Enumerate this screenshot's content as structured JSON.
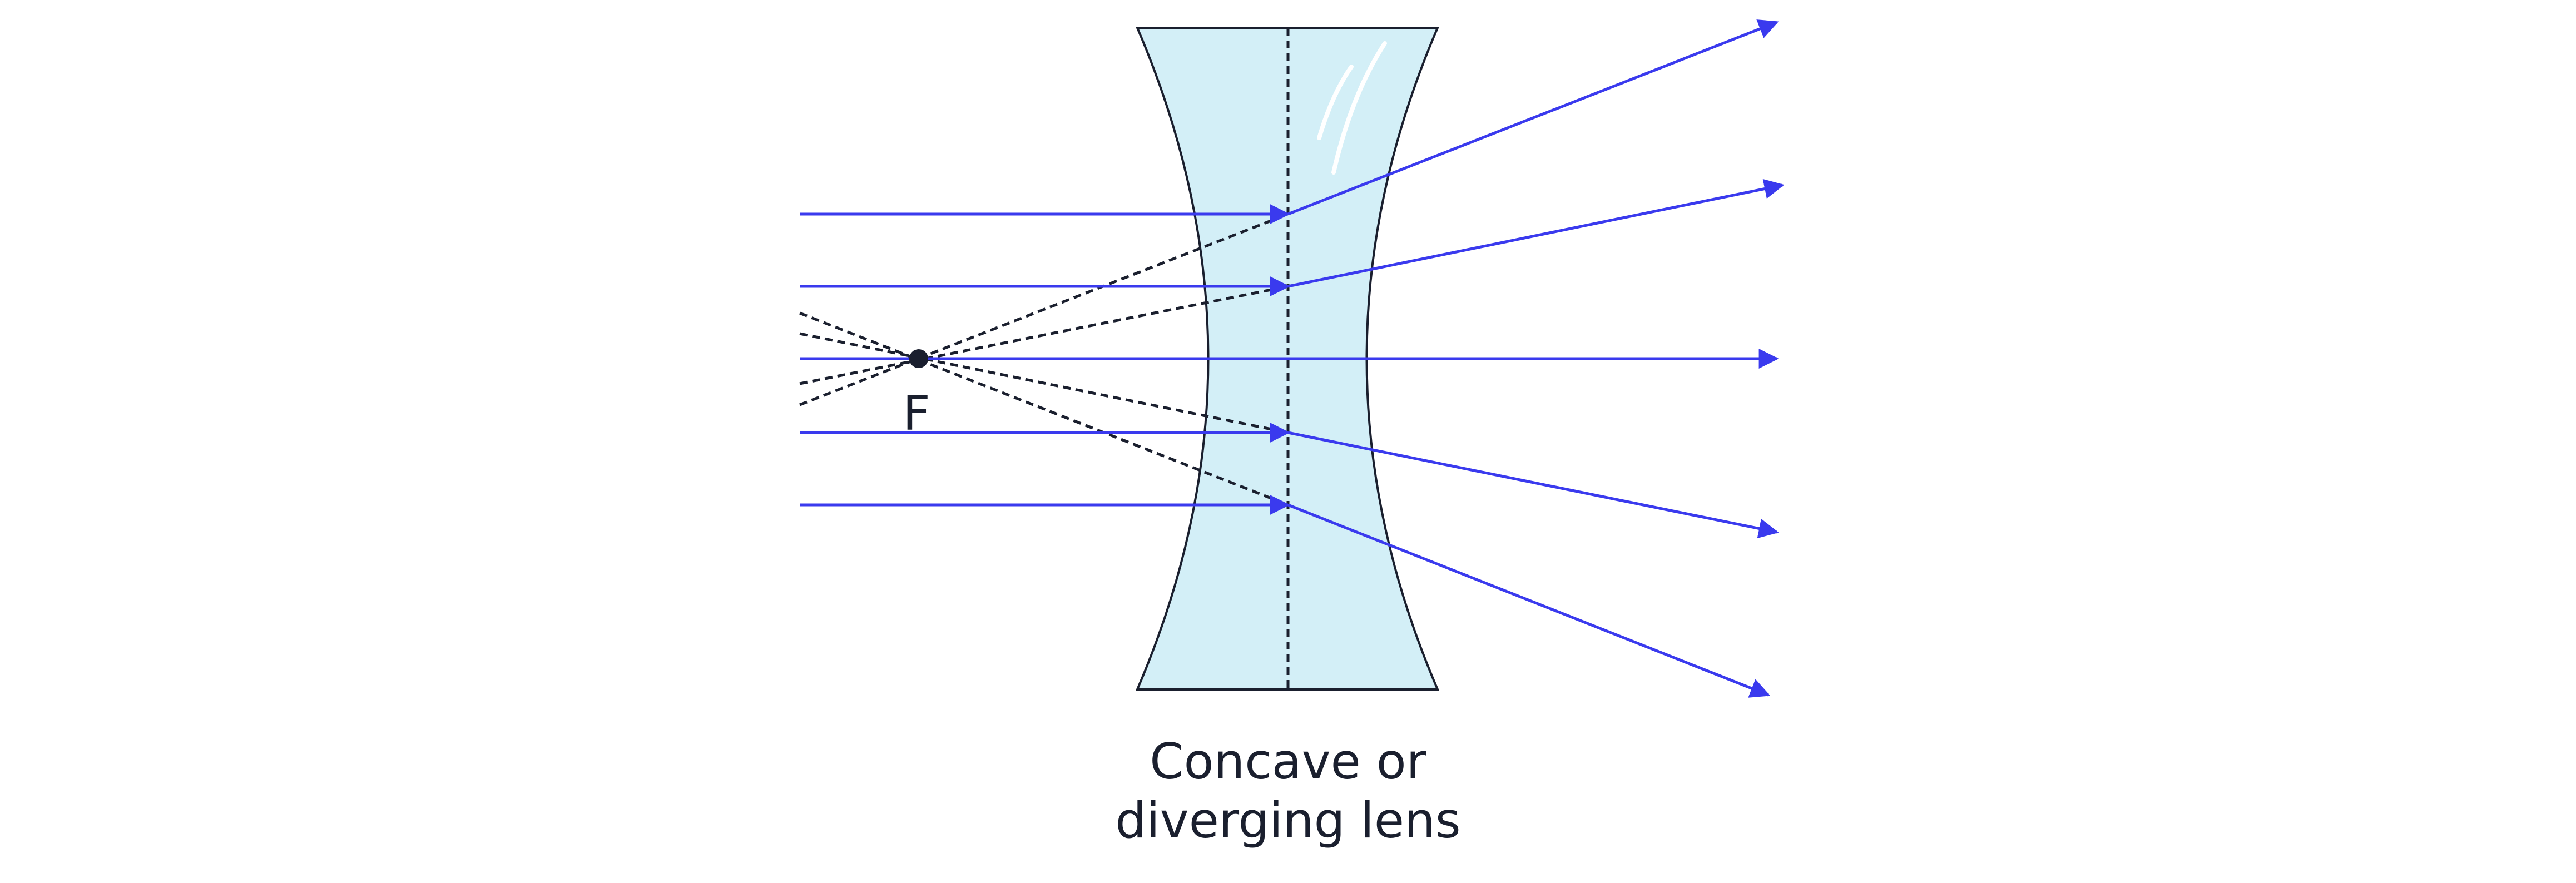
{
  "diagram": {
    "focal_point_label": "F",
    "caption": {
      "line1": "Concave or",
      "line2": "diverging lens"
    },
    "incident_ray_count": 5
  },
  "colors": {
    "ray": "#3a3aee",
    "lens_fill": "#d3eff7",
    "lens_outline": "#1a1f2e",
    "construction_line": "#1a1f2e",
    "focal_point": "#1a1f2e",
    "text": "#1a1f2e",
    "glare": "#ffffff"
  }
}
